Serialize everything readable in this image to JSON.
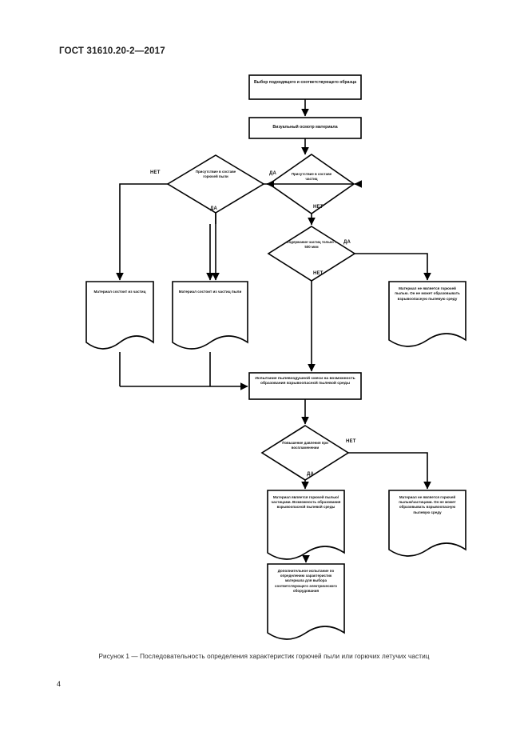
{
  "document": {
    "standard_header": "ГОСТ 31610.20-2—2017",
    "page_number": "4",
    "figure_caption": "Рисунок 1 — Последовательность определения характеристик горючей пыли или горючих летучих частиц"
  },
  "flowchart": {
    "nodes": {
      "sample_selection": "Выбор подходящего и соответствующего образца",
      "visual_inspection": "Визуальный осмотр материала",
      "decision_combustible_dust": "Присутствие в составе горючей пыли",
      "decision_particles": "Присутствие в составе частиц",
      "decision_500mkm": "Содержание частиц только > 500 мкм",
      "material_particles": "Материал состоит из частиц",
      "material_dust_particles": "Материал состоит из частиц пыли",
      "not_combustible_dust": "Материал не является горючей пылью. Он не может образовывать взрывоопасную пылевую среду",
      "dust_air_test": "Испытание пылевоздушной смеси на возможность образования взрывоопасной пылевой среды",
      "decision_pressure_rise": "Повышение давления при воспламенении",
      "is_combustible": "Материал является горючей пылью/частицами. Возможность образования взрывоопасной пылевой среды",
      "is_not_combustible": "Материал не является горючей пылью/частицами. Он не может образовывать взрывоопасную пылевую среду",
      "additional_test": "Дополнительное испытание по определению характеристик материала для выбора соответствующего электрического оборудования"
    },
    "edge_labels": {
      "dust_no": "НЕТ",
      "dust_yes_right": "ДА",
      "dust_yes_down": "ДА",
      "particles_no": "НЕТ",
      "mkm_yes": "ДА",
      "mkm_no": "НЕТ",
      "pressure_no": "НЕТ",
      "pressure_yes": "ДА"
    }
  }
}
